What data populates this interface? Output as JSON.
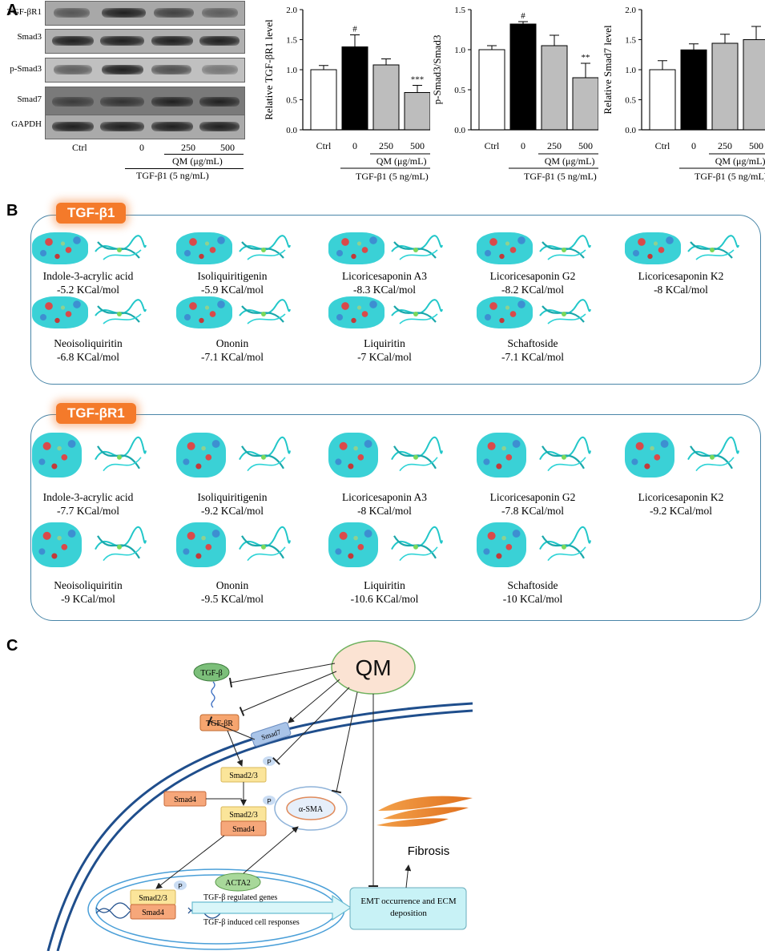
{
  "panels": {
    "a": "A",
    "b": "B",
    "c": "C"
  },
  "blot": {
    "rows": [
      "TGF-βR1",
      "Smad3",
      "p-Smad3",
      "Smad7",
      "GAPDH"
    ],
    "lanes": [
      "Ctrl",
      "0",
      "250",
      "500"
    ],
    "qm_label": "QM (μg/mL)",
    "tgf_label": "TGF-β1 (5 ng/mL)"
  },
  "chart_data": [
    {
      "type": "bar",
      "categories": [
        "Ctrl",
        "0",
        "250",
        "500"
      ],
      "values": [
        1.0,
        1.38,
        1.08,
        0.62
      ],
      "errors": [
        0.07,
        0.2,
        0.1,
        0.12
      ],
      "annotations": [
        "",
        "#",
        "",
        "***"
      ],
      "ylabel": "Relative TGF-βR1 level",
      "ylim": [
        0,
        2.0
      ],
      "yticks": [
        "0.0",
        "0.5",
        "1.0",
        "1.5",
        "2.0"
      ],
      "group_labels": [
        "QM (μg/mL)",
        "TGF-β1 (5 ng/mL)"
      ],
      "colors": [
        "#ffffff",
        "#000000",
        "#bdbdbd",
        "#bdbdbd"
      ]
    },
    {
      "type": "bar",
      "categories": [
        "Ctrl",
        "0",
        "250",
        "500"
      ],
      "values": [
        1.0,
        1.32,
        1.05,
        0.65
      ],
      "errors": [
        0.05,
        0.03,
        0.13,
        0.18
      ],
      "annotations": [
        "",
        "#",
        "",
        "**"
      ],
      "ylabel": "p-Smad3/Smad3",
      "ylim": [
        0,
        1.5
      ],
      "yticks": [
        "0.0",
        "0.5",
        "1.0",
        "1.5"
      ],
      "group_labels": [
        "QM  (μg/mL)",
        "TGF-β1 (5 ng/mL)"
      ],
      "colors": [
        "#ffffff",
        "#000000",
        "#bdbdbd",
        "#bdbdbd"
      ]
    },
    {
      "type": "bar",
      "categories": [
        "Ctrl",
        "0",
        "250",
        "500"
      ],
      "values": [
        1.0,
        1.33,
        1.44,
        1.5
      ],
      "errors": [
        0.15,
        0.1,
        0.15,
        0.22
      ],
      "annotations": [
        "",
        "",
        "",
        ""
      ],
      "ylabel": "Relative Smad7 level",
      "ylim": [
        0,
        2.0
      ],
      "yticks": [
        "0.0",
        "0.5",
        "1.0",
        "1.5",
        "2.0"
      ],
      "group_labels": [
        "QM (μg/mL)",
        "TGF-β1 (5 ng/mL)"
      ],
      "colors": [
        "#ffffff",
        "#000000",
        "#bdbdbd",
        "#bdbdbd"
      ]
    }
  ],
  "docking": [
    {
      "tag": "TGF-β1",
      "rows": [
        [
          {
            "name": "Indole-3-acrylic acid",
            "energy": "-5.2 KCal/mol"
          },
          {
            "name": "Isoliquiritigenin",
            "energy": "-5.9 KCal/mol"
          },
          {
            "name": "Licoricesaponin A3",
            "energy": "-8.3 KCal/mol"
          },
          {
            "name": "Licoricesaponin G2",
            "energy": "-8.2 KCal/mol"
          },
          {
            "name": "Licoricesaponin K2",
            "energy": "-8 KCal/mol"
          }
        ],
        [
          {
            "name": "Neoisoliquiritin",
            "energy": "-6.8 KCal/mol"
          },
          {
            "name": "Ononin",
            "energy": "-7.1 KCal/mol"
          },
          {
            "name": "Liquiritin",
            "energy": "-7 KCal/mol"
          },
          {
            "name": "Schaftoside",
            "energy": "-7.1 KCal/mol"
          }
        ]
      ]
    },
    {
      "tag": "TGF-βR1",
      "rows": [
        [
          {
            "name": "Indole-3-acrylic acid",
            "energy": "-7.7 KCal/mol"
          },
          {
            "name": "Isoliquiritigenin",
            "energy": "-9.2 KCal/mol"
          },
          {
            "name": "Licoricesaponin A3",
            "energy": "-8 KCal/mol"
          },
          {
            "name": "Licoricesaponin G2",
            "energy": "-7.8 KCal/mol"
          },
          {
            "name": "Licoricesaponin K2",
            "energy": "-9.2 KCal/mol"
          }
        ],
        [
          {
            "name": "Neoisoliquiritin",
            "energy": "-9 KCal/mol"
          },
          {
            "name": "Ononin",
            "energy": "-9.5 KCal/mol"
          },
          {
            "name": "Liquiritin",
            "energy": "-10.6 KCal/mol"
          },
          {
            "name": "Schaftoside",
            "energy": "-10 KCal/mol"
          }
        ]
      ]
    }
  ],
  "pathway": {
    "qm": "QM",
    "tgfb": "TGF-β",
    "tgfbr": "TGF-βR",
    "smad7": "Smad7",
    "smad23": "Smad2/3",
    "smad4": "Smad4",
    "p": "P",
    "asma": "α-SMA",
    "acta2": "ACTA2",
    "regulated": "TGF-β regulated genes",
    "induced": "TGF-β induced cell responses",
    "emt": "EMT occurrence and ECM deposition",
    "fibrosis": "Fibrosis"
  },
  "colors": {
    "dock_border": "#4a86a8",
    "tag_orange": "#f47a2a",
    "membrane": "#1f4e8c",
    "qm_fill": "#fbe3d3",
    "smad_yellow": "#fbe59a",
    "smad4_orange": "#f6a77a",
    "tgfbr_orange": "#f6a56f",
    "smad7_blue": "#a9c4e8",
    "ligand_green": "#7cbf7a",
    "emt_cyan": "#c8f2f6"
  }
}
